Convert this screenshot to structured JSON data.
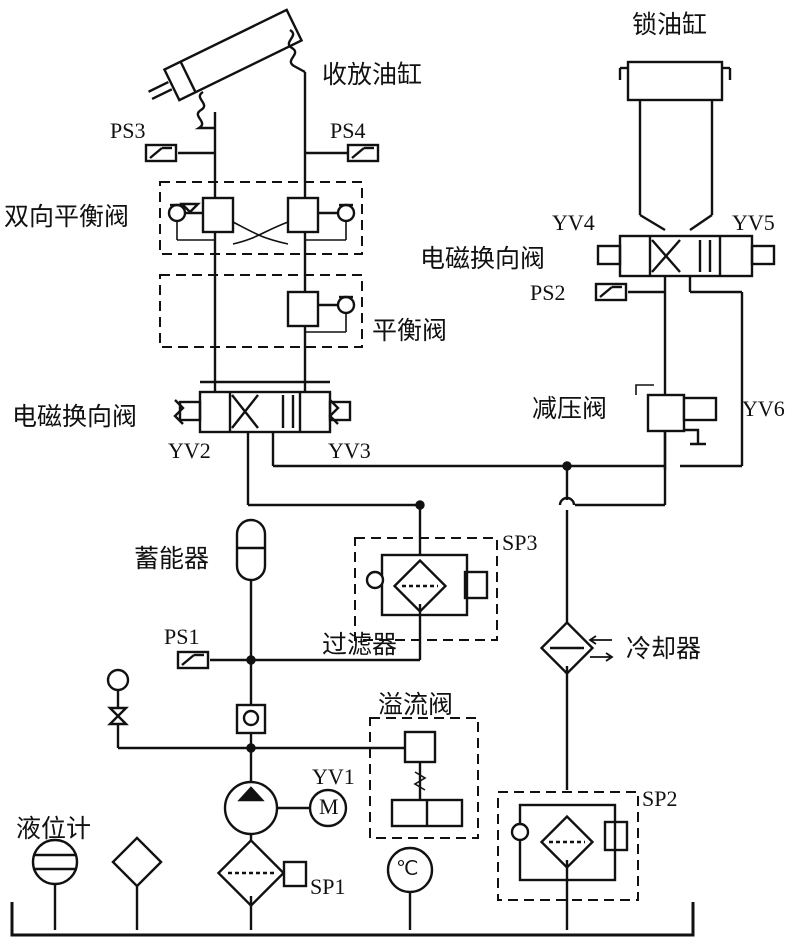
{
  "labels": {
    "lock_cylinder": "锁油缸",
    "retract_cylinder": "收放油缸",
    "ps3": "PS3",
    "ps4": "PS4",
    "dual_balance_valve": "双向平衡阀",
    "balance_valve": "平衡阀",
    "solenoid_valve_main": "电磁换向阀",
    "yv2": "YV2",
    "yv3": "YV3",
    "yv4": "YV4",
    "yv5": "YV5",
    "solenoid_valve_lock": "电磁换向阀",
    "ps2": "PS2",
    "reducing_valve": "减压阀",
    "yv6": "YV6",
    "accumulator": "蓄能器",
    "sp3": "SP3",
    "ps1": "PS1",
    "filter": "过滤器",
    "cooler": "冷却器",
    "relief_valve": "溢流阀",
    "yv1": "YV1",
    "motor": "M",
    "sp2": "SP2",
    "level_gauge": "液位计",
    "sp1": "SP1",
    "thermometer": "℃"
  }
}
